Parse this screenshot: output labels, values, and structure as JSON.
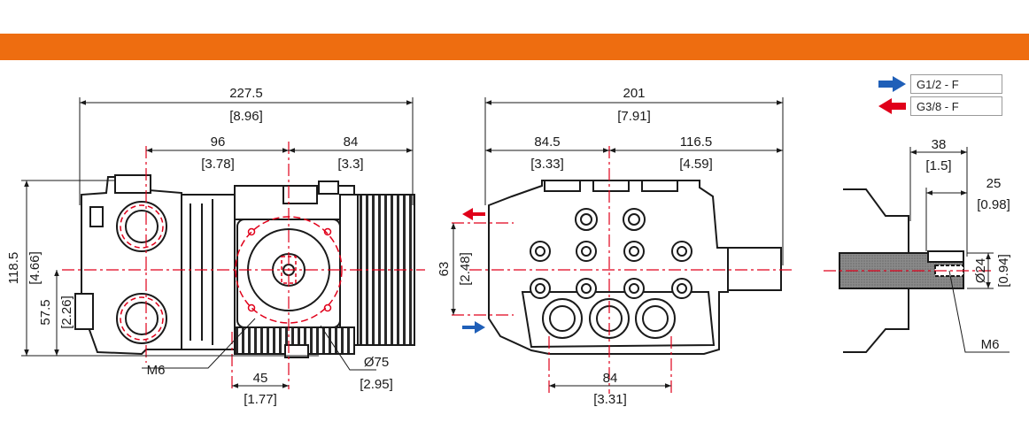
{
  "colors": {
    "banner": "#ee6d10",
    "centerline": "#e0001a",
    "inlet_arrow": "#1f5fb8",
    "outlet_arrow": "#e0001a",
    "ink": "#1a1a1a"
  },
  "legend": [
    {
      "icon": "blue-arrow-icon",
      "label": "G1/2 - F"
    },
    {
      "icon": "red-arrow-icon",
      "label": "G3/8 - F"
    }
  ],
  "side_view": {
    "overall_length": "227.5",
    "overall_length_in": "[8.96]",
    "left_part": "96",
    "left_part_in": "[3.78]",
    "right_part": "84",
    "right_part_in": "[3.3]",
    "height": "118.5",
    "height_in": "[4.66]",
    "shaft_height": "57.5",
    "shaft_height_in": "[2.26]",
    "bolt_offset": "45",
    "bolt_offset_in": "[1.77]",
    "flange_diameter": "Ø75",
    "flange_diameter_in": "[2.95]",
    "thread_label": "M6"
  },
  "front_view": {
    "overall_width": "201",
    "overall_width_in": "[7.91]",
    "left_part": "84.5",
    "left_part_in": "[3.33]",
    "right_part": "116.5",
    "right_part_in": "[4.59]",
    "port_spacing": "63",
    "port_spacing_in": "[2.48]",
    "foot_spacing": "84",
    "foot_spacing_in": "[3.31]"
  },
  "shaft_view": {
    "length": "38",
    "length_in": "[1.5]",
    "key_length": "25",
    "key_length_in": "[0.98]",
    "diameter": "Ø24",
    "diameter_in": "[0.94]",
    "thread_label": "M6"
  }
}
